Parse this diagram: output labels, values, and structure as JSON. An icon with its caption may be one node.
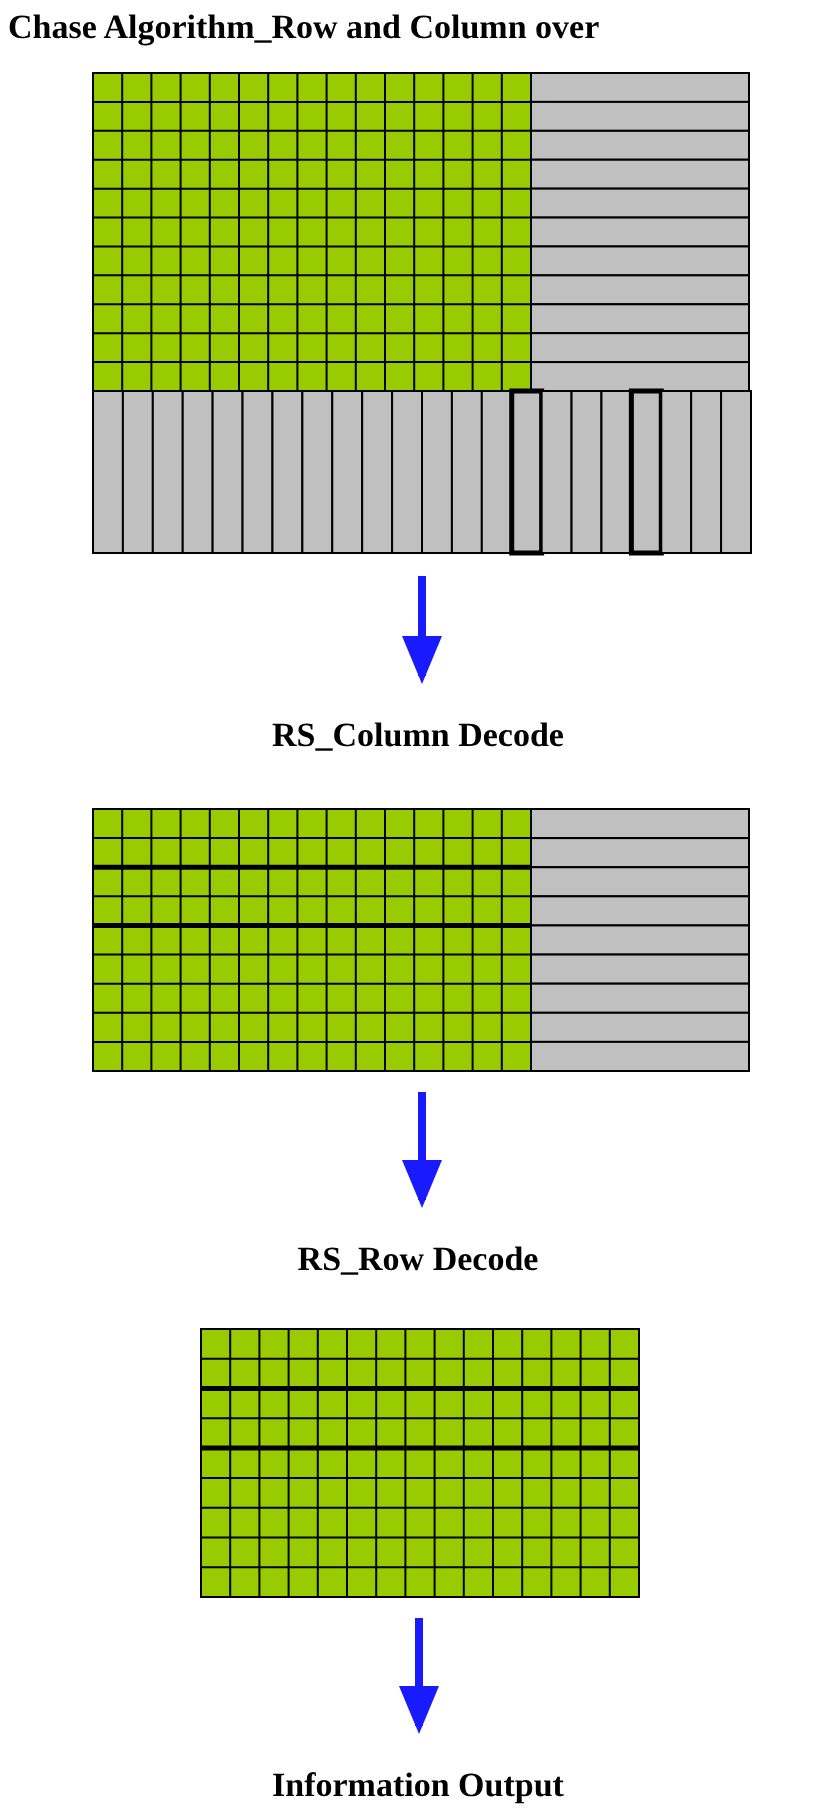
{
  "diagram": {
    "title": "Chase Algorithm_Row and Column over",
    "nodes": [
      {
        "text": [],
        "shape": "picture"
      },
      {
        "text": [
          "RS_Column Decode"
        ]
      },
      {
        "text": [],
        "shape": "picture"
      },
      {
        "text": [
          "RS_Row Decode"
        ]
      },
      {
        "text": [],
        "shape": "picture"
      },
      {
        "text": [
          "Information Output"
        ]
      }
    ],
    "edges": [
      {
        "from": 0,
        "to": 1,
        "arrow": "to"
      },
      {
        "from": 2,
        "to": 3,
        "arrow": "to"
      },
      {
        "from": 4,
        "to": 5,
        "arrow": "to"
      }
    ]
  }
}
